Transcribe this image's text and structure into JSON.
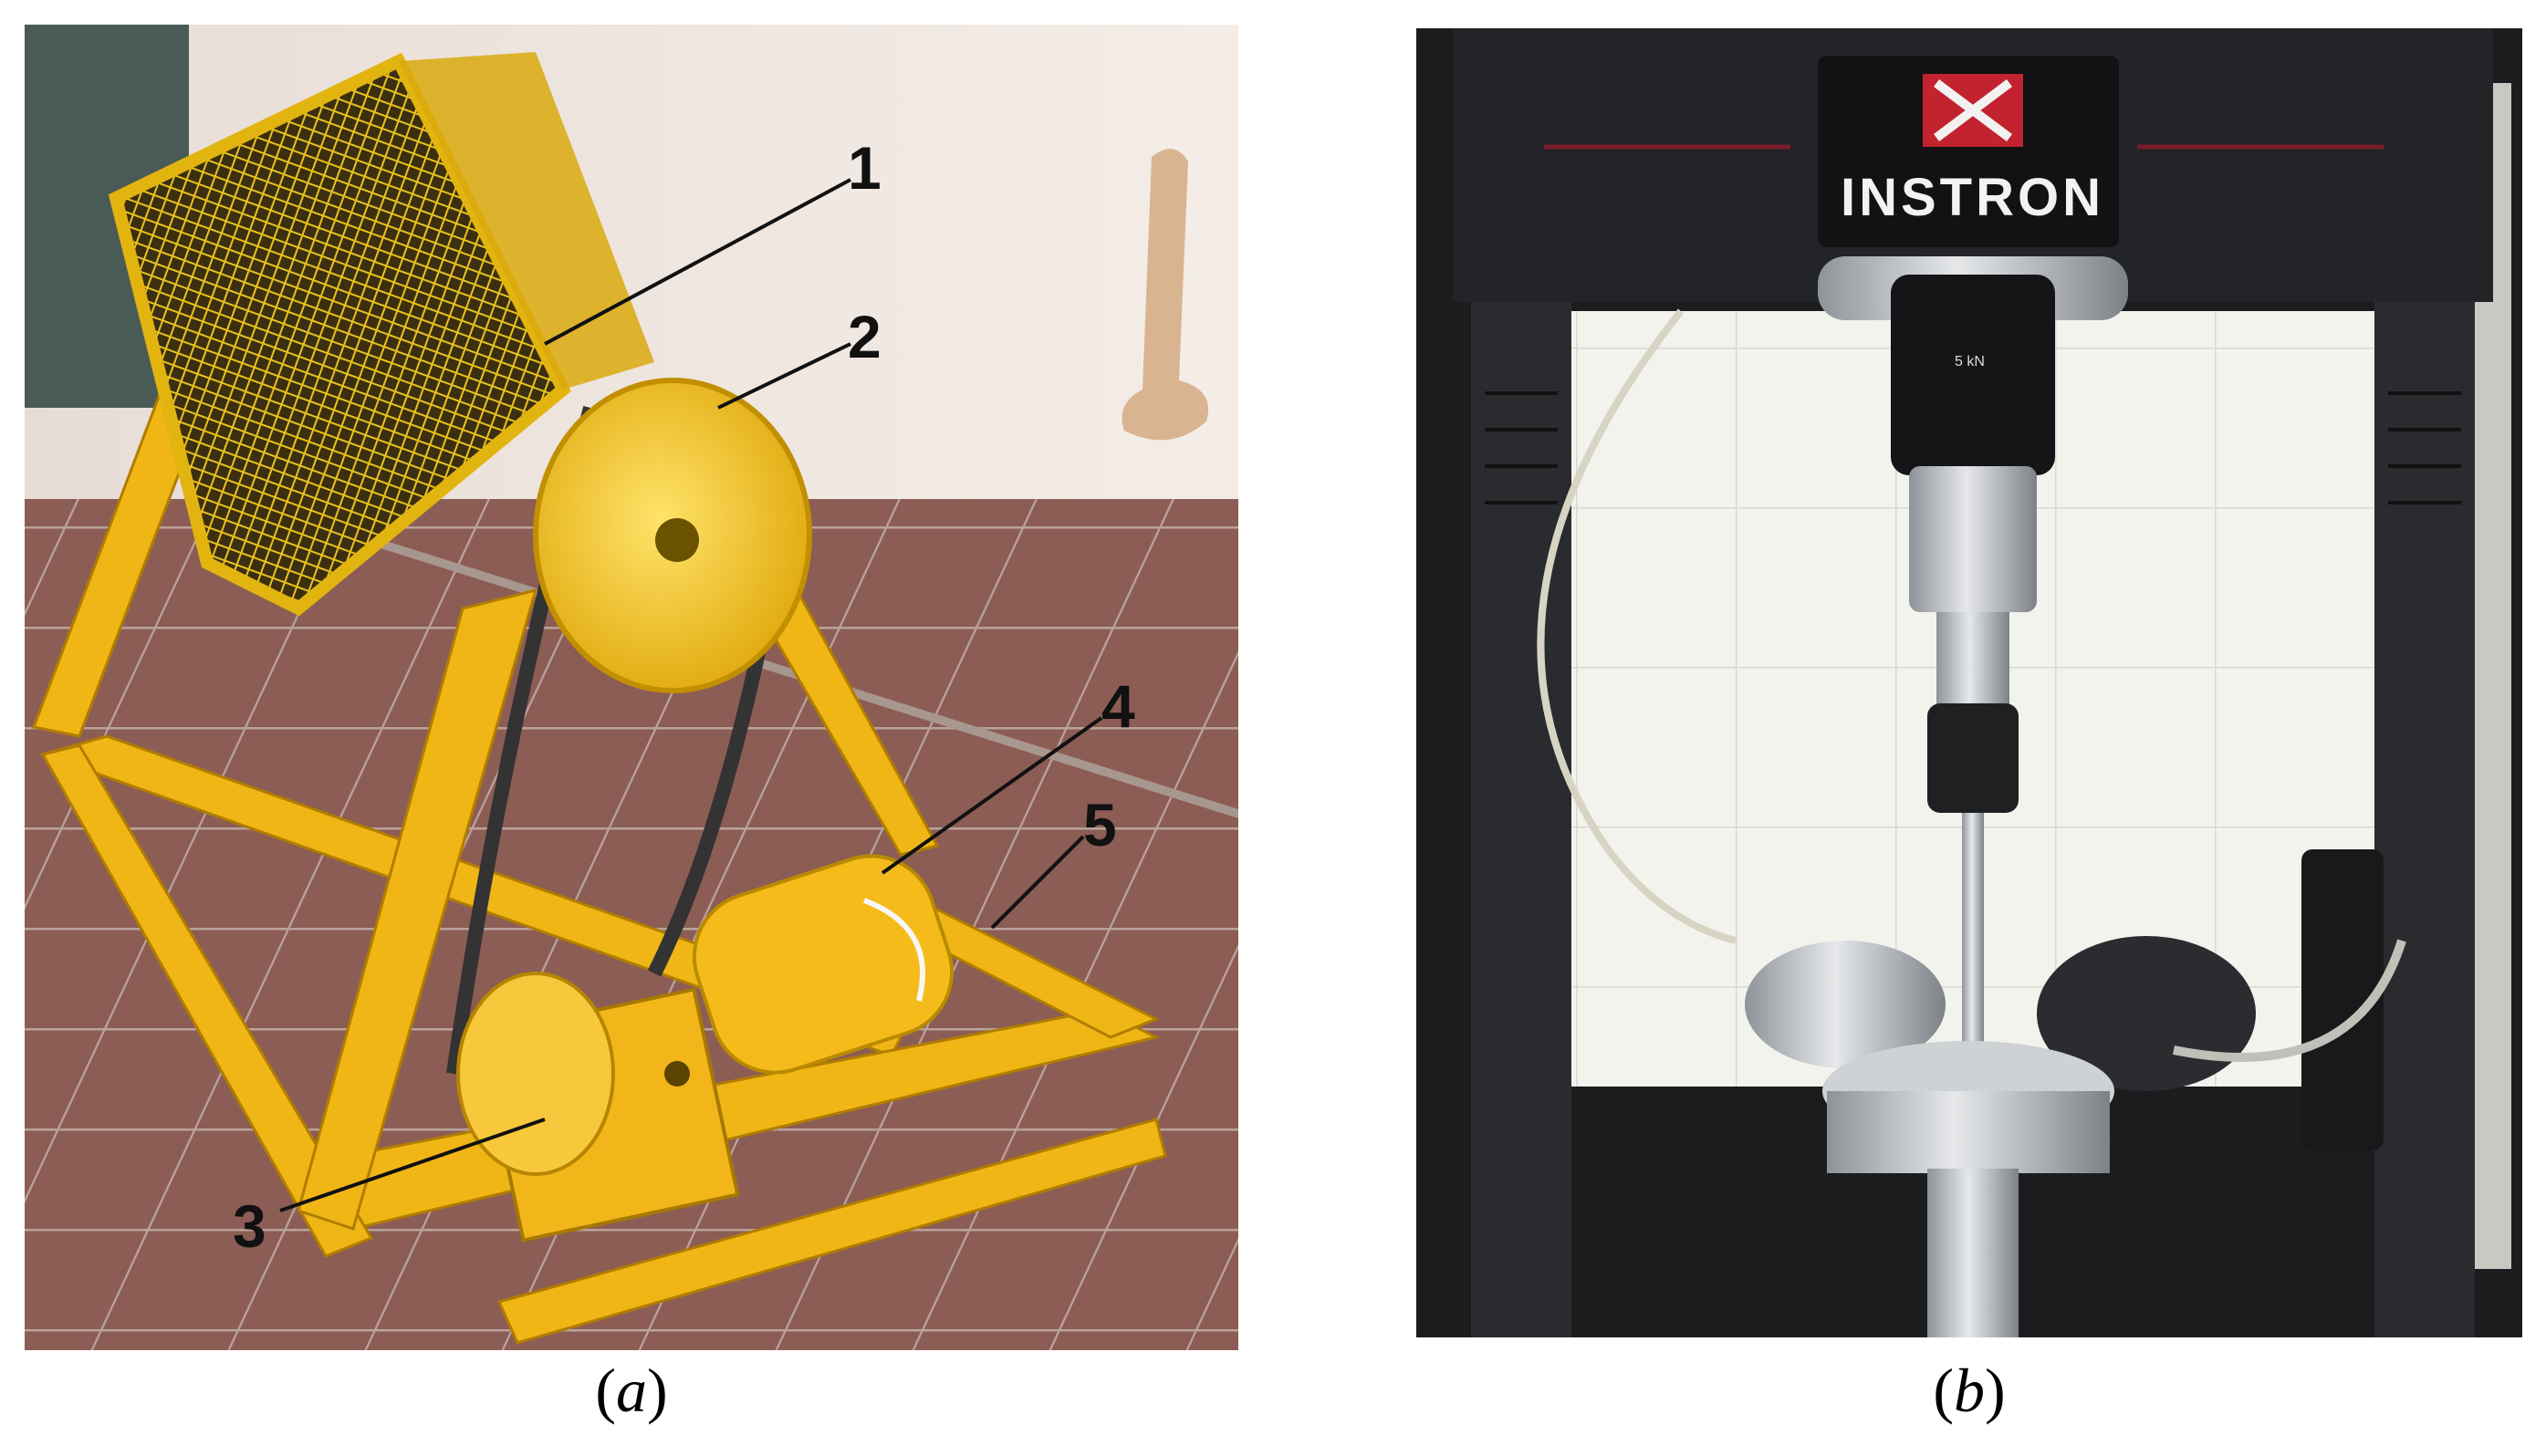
{
  "figure": {
    "panel_a": {
      "caption": {
        "open": "(",
        "letter": "a",
        "close": ")"
      },
      "callouts": [
        "1",
        "2",
        "3",
        "4",
        "5"
      ]
    },
    "panel_b": {
      "caption": {
        "open": "(",
        "letter": "b",
        "close": ")"
      },
      "brand": "INSTRON",
      "load_cell_label": "5 kN"
    }
  }
}
